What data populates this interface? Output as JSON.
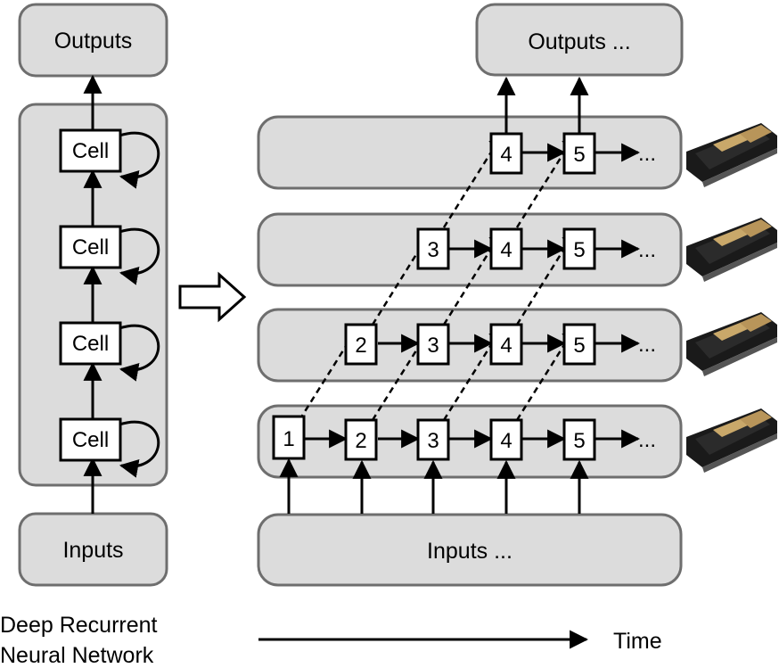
{
  "left": {
    "outputs": "Outputs",
    "inputs": "Inputs",
    "cell": "Cell",
    "caption_line1": "Deep Recurrent",
    "caption_line2": "Neural Network"
  },
  "right": {
    "outputs": "Outputs ...",
    "inputs": "Inputs ...",
    "ellipsis": "...",
    "rows": [
      {
        "steps": [
          "1",
          "2",
          "3",
          "4",
          "5"
        ]
      },
      {
        "steps": [
          "2",
          "3",
          "4",
          "5"
        ]
      },
      {
        "steps": [
          "3",
          "4",
          "5"
        ]
      },
      {
        "steps": [
          "4",
          "5"
        ]
      }
    ]
  },
  "time_label": "Time",
  "colors": {
    "panel": "#dcdcdc",
    "panel_border": "#6e6e6e",
    "ink": "#000000"
  },
  "icons": {
    "gpu": "gpu-card-icon",
    "expand_arrow": "hollow-right-arrow-icon"
  }
}
